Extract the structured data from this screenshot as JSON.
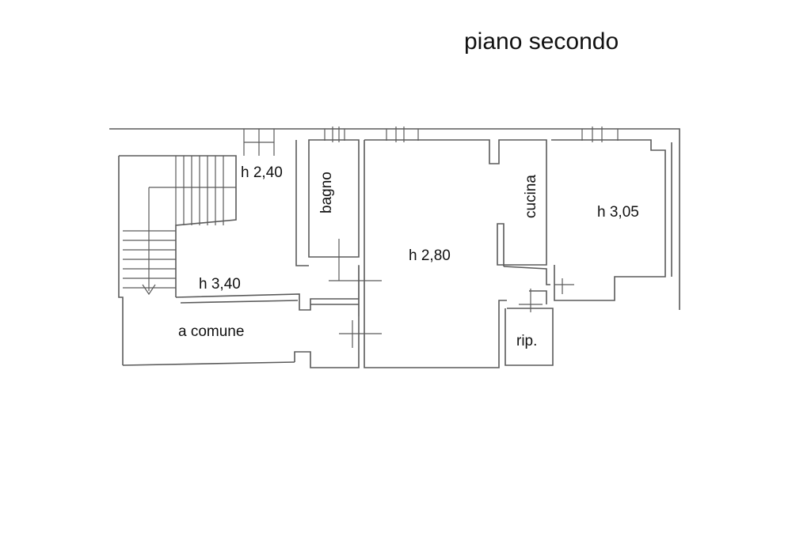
{
  "title": "piano secondo",
  "rooms": {
    "stair_height": "h 2,40",
    "bathroom": "bagno",
    "landing_height": "h 3,40",
    "common": "a comune",
    "main_height": "h 2,80",
    "kitchen": "cucina",
    "right_height": "h 3,05",
    "storage": "rip."
  }
}
